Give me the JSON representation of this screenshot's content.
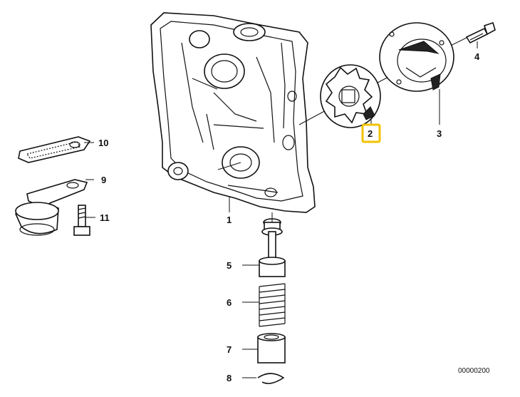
{
  "diagram": {
    "parts": [
      {
        "number": "1"
      },
      {
        "number": "2",
        "highlight": true
      },
      {
        "number": "3"
      },
      {
        "number": "4"
      },
      {
        "number": "5"
      },
      {
        "number": "6"
      },
      {
        "number": "7"
      },
      {
        "number": "8"
      },
      {
        "number": "9"
      },
      {
        "number": "10"
      },
      {
        "number": "11"
      }
    ],
    "reference_code": "00000200",
    "highlight_color": "#f2c200"
  }
}
